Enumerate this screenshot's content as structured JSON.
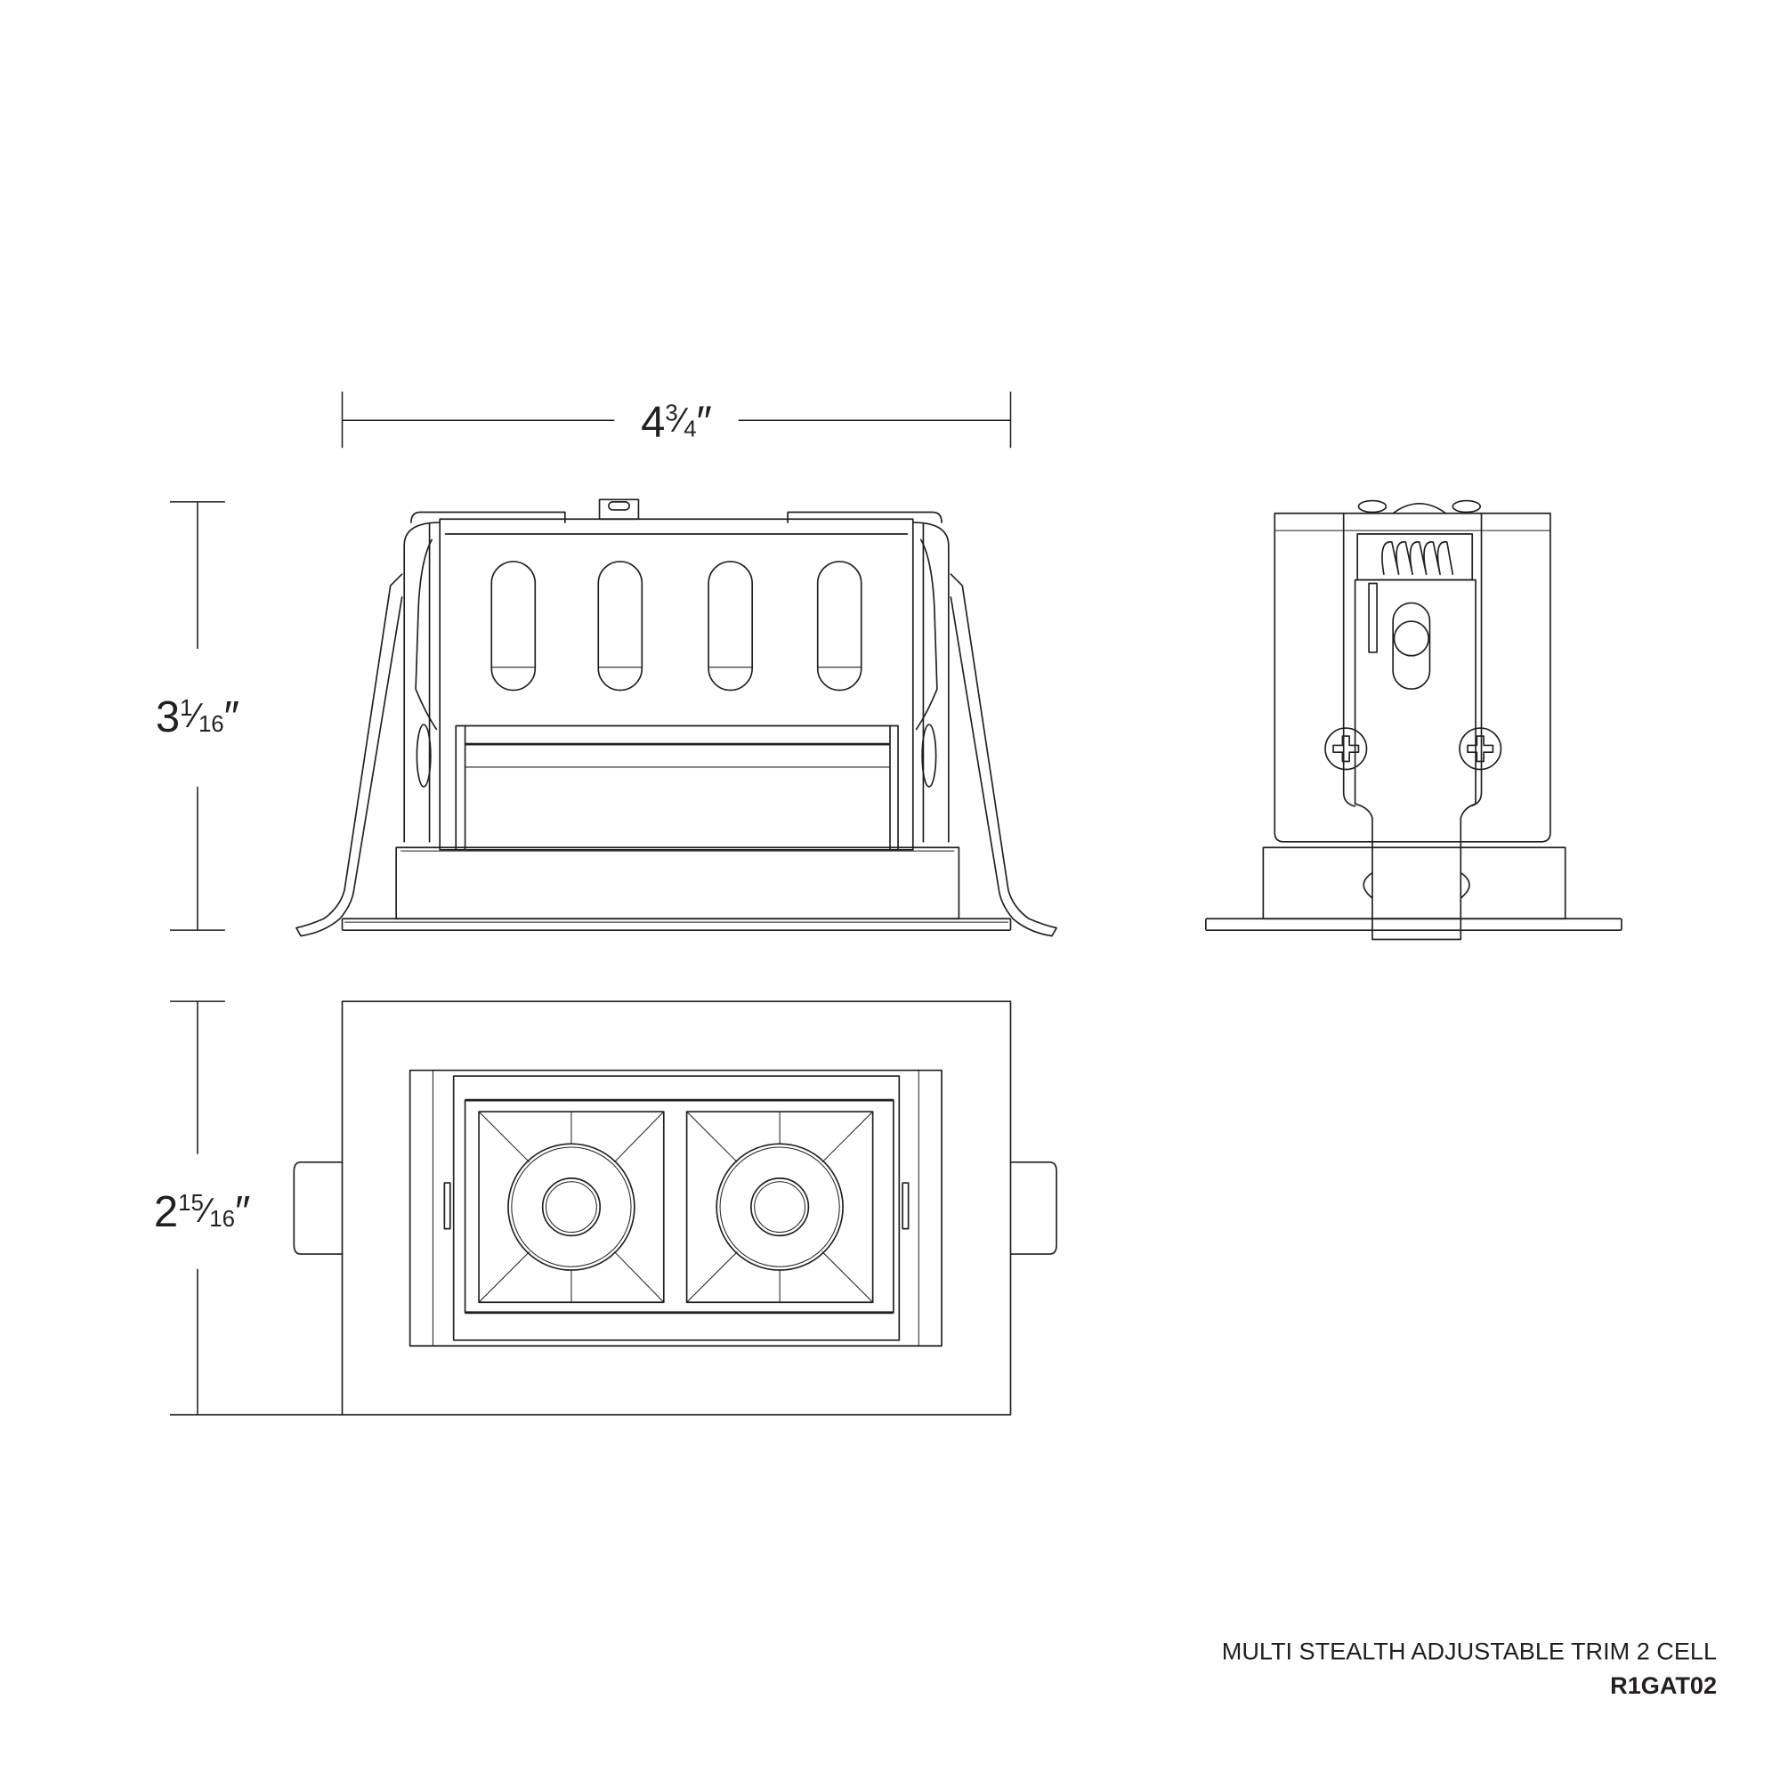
{
  "dimensions": {
    "fraction_bar": "⁄",
    "width": {
      "whole": "4",
      "num": "3",
      "den": "4",
      "unit": "″"
    },
    "height": {
      "whole": "3",
      "num": "1",
      "den": "16",
      "unit": "″"
    },
    "depth": {
      "whole": "2",
      "num": "15",
      "den": "16",
      "unit": "″"
    }
  },
  "title_block": {
    "product_name": "MULTI STEALTH ADJUSTABLE TRIM 2 CELL",
    "model_number": "R1GAT02"
  },
  "colors": {
    "line": "#231f20",
    "background": "#ffffff"
  }
}
